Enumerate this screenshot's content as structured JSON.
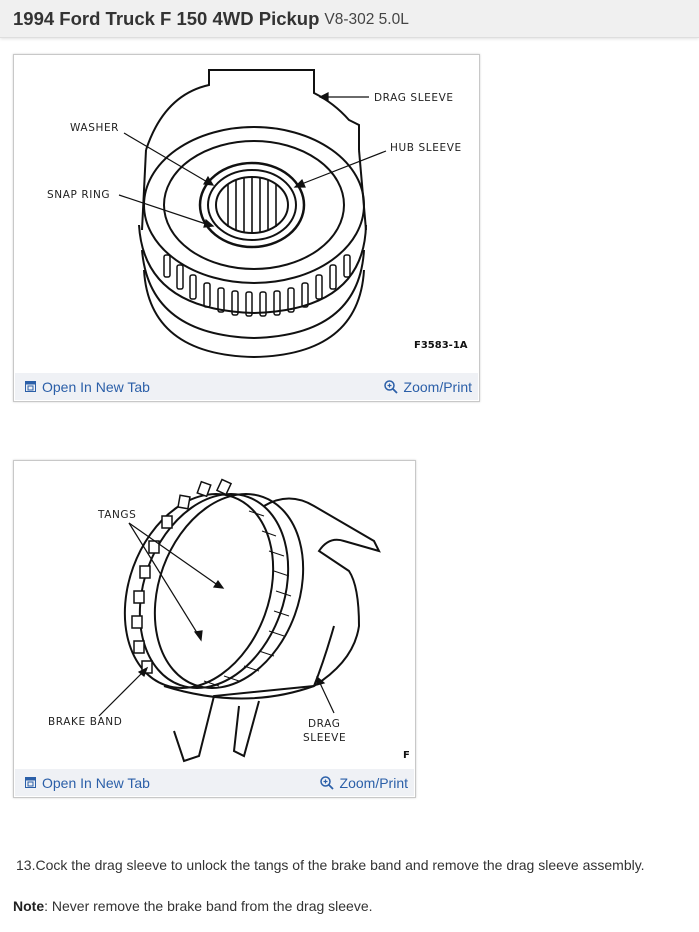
{
  "header": {
    "title": "1994 Ford Truck F 150 4WD Pickup",
    "engine": "V8-302 5.0L"
  },
  "figure1": {
    "labels": {
      "drag_sleeve": "DRAG SLEEVE",
      "washer": "WASHER",
      "hub_sleeve": "HUB SLEEVE",
      "snap_ring": "SNAP RING",
      "code": "F3583-1A"
    },
    "open_label": "Open In New Tab",
    "zoom_label": "Zoom/Print"
  },
  "figure2": {
    "labels": {
      "tangs": "TANGS",
      "brake_band": "BRAKE BAND",
      "drag_line1": "DRAG",
      "drag_line2": "SLEEVE",
      "code": "F"
    },
    "open_label": "Open In New Tab",
    "zoom_label": "Zoom/Print"
  },
  "step": {
    "text": "13.Cock the drag sleeve to unlock the tangs of the brake band and remove the drag sleeve assembly."
  },
  "note": {
    "label": "Note",
    "text": ": Never remove the brake band from the drag sleeve."
  },
  "colors": {
    "link": "#2b5fa8",
    "header_bg": "#f0f0f0",
    "footer_bg": "#eff1f5"
  }
}
